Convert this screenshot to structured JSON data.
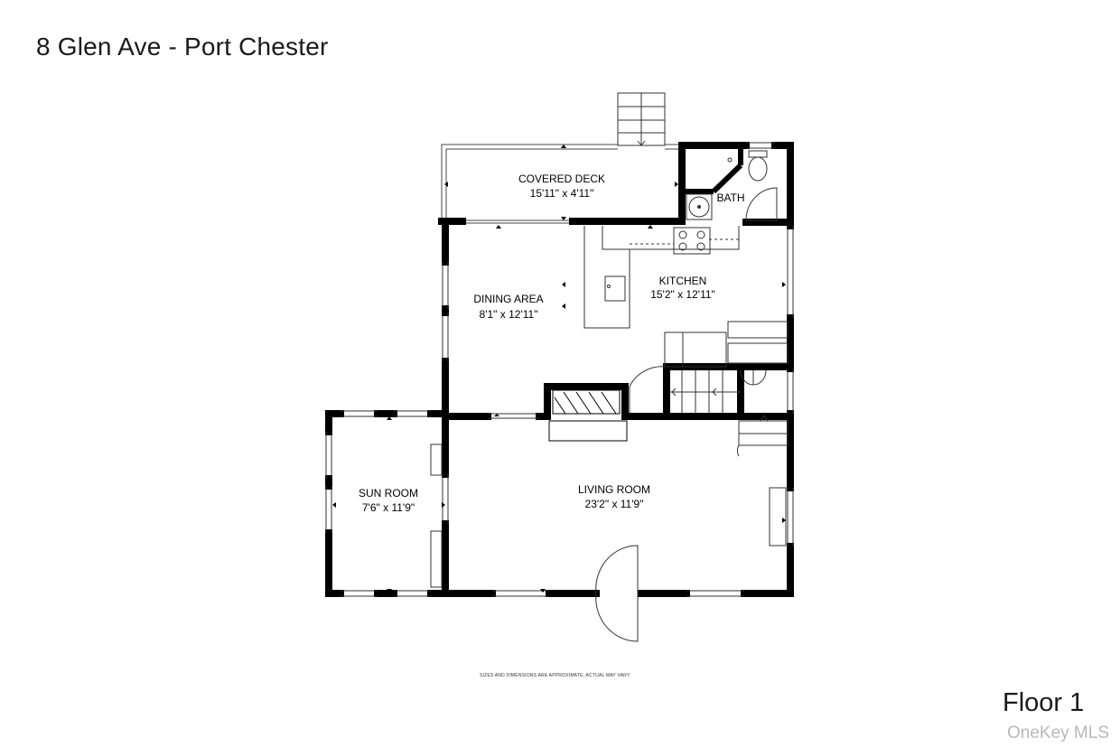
{
  "header": {
    "title": "8 Glen Ave - Port Chester"
  },
  "footer": {
    "floor": "Floor 1",
    "watermark": "OneKey MLS",
    "disclaimer": "SIZES AND DIMENSIONS ARE APPROXIMATE, ACTUAL MAY VARY."
  },
  "rooms": {
    "covered_deck": {
      "name": "COVERED DECK",
      "dims": "15'11\" x 4'11\""
    },
    "bath": {
      "name": "BATH"
    },
    "dining": {
      "name": "DINING AREA",
      "dims": "8'1\" x 12'11\""
    },
    "kitchen": {
      "name": "KITCHEN",
      "dims": "15'2\" x 12'11\""
    },
    "sun_room": {
      "name": "SUN ROOM",
      "dims": "7'6\" x 11'9\""
    },
    "living": {
      "name": "LIVING ROOM",
      "dims": "23'2\" x 11'9\""
    }
  }
}
